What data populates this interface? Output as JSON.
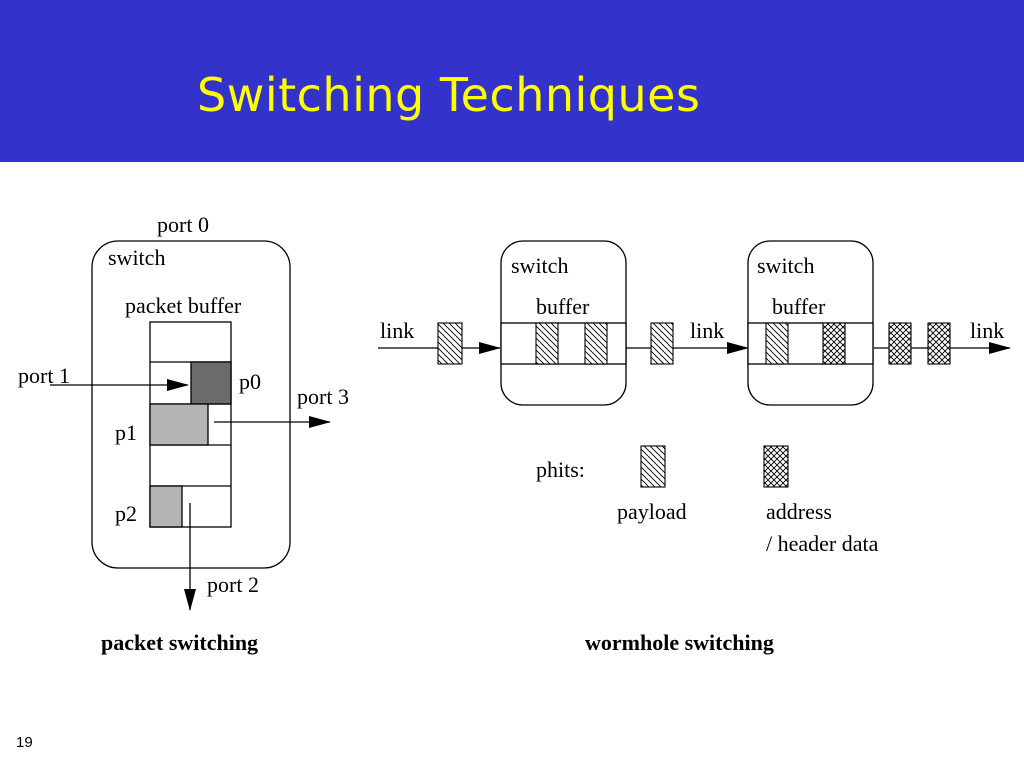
{
  "slide": {
    "title": "Switching Techniques",
    "number": "19",
    "colors": {
      "title_bar": "#3333cc",
      "title_text": "#ffff00"
    }
  },
  "packet_switching": {
    "caption": "packet switching",
    "port0": "port 0",
    "switch": "switch",
    "packet_buffer": "packet buffer",
    "port1": "port 1",
    "port2": "port 2",
    "port3": "port 3",
    "p0": "p0",
    "p1": "p1",
    "p2": "p2"
  },
  "wormhole_switching": {
    "caption": "wormhole switching",
    "link_labels": [
      "link",
      "link",
      "link"
    ],
    "switch_labels": [
      "switch",
      "switch"
    ],
    "buffer_labels": [
      "buffer",
      "buffer"
    ],
    "legend": {
      "heading": "phits:",
      "payload": "payload",
      "address_line1": "address",
      "address_line2": "/ header data"
    }
  }
}
